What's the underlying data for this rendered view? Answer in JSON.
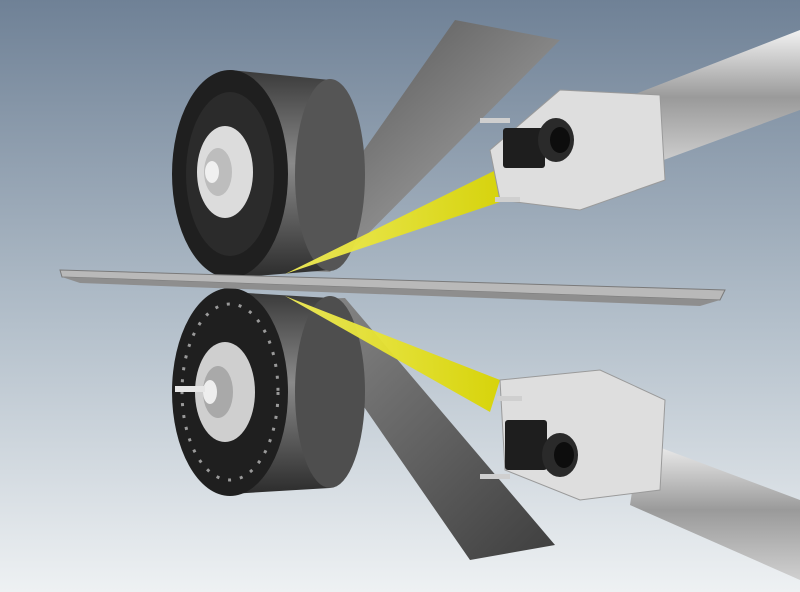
{
  "scene": {
    "colors": {
      "background_top": "#6f8196",
      "background_bottom": "#eef1f3",
      "laser_beam": "#e6e21a",
      "roller_dark": "#2a2a2a",
      "sheet_metal": "#6a6a6a",
      "sensor_housing": "#d8d8d8"
    },
    "objects": [
      "upper-roller",
      "lower-roller",
      "metal-strip",
      "upper-laser-sensor",
      "lower-laser-sensor"
    ]
  }
}
